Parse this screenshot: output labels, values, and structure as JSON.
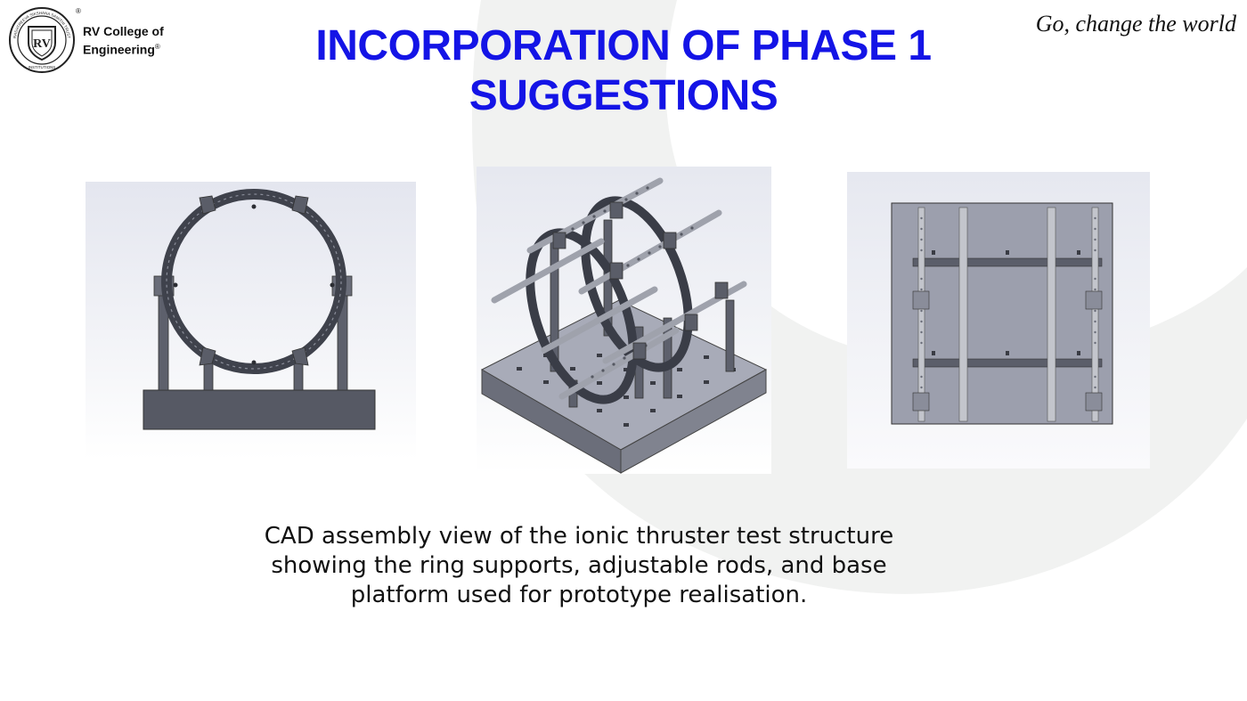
{
  "header": {
    "logo": {
      "icon": "rv-college-seal-icon",
      "name_line1": "RV College of",
      "name_line2": "Engineering",
      "registered": "®",
      "seal_monogram": "RV",
      "seal_ring_text": "RASHTREEYA SIKSHANA SAMITHI TRUST",
      "seal_bottom_text": "INSTITUTIONS"
    },
    "tagline": "Go, change the world"
  },
  "title": {
    "line1": "INCORPORATION OF PHASE 1",
    "line2": "SUGGESTIONS",
    "color": "#1414e6"
  },
  "figures": [
    {
      "icon": "cad-front-view-icon",
      "view": "front view of ring support on base"
    },
    {
      "icon": "cad-isometric-view-icon",
      "view": "isometric view of assembly"
    },
    {
      "icon": "cad-top-view-icon",
      "view": "top view of assembly"
    }
  ],
  "caption": {
    "line1": "CAD assembly view of the ionic thruster test structure",
    "line2": "showing the ring supports, adjustable rods, and base",
    "line3": "platform used for prototype realisation."
  },
  "colors": {
    "cad_metal": "#5b5e6a",
    "background_swirl": "#f1f2f1"
  }
}
